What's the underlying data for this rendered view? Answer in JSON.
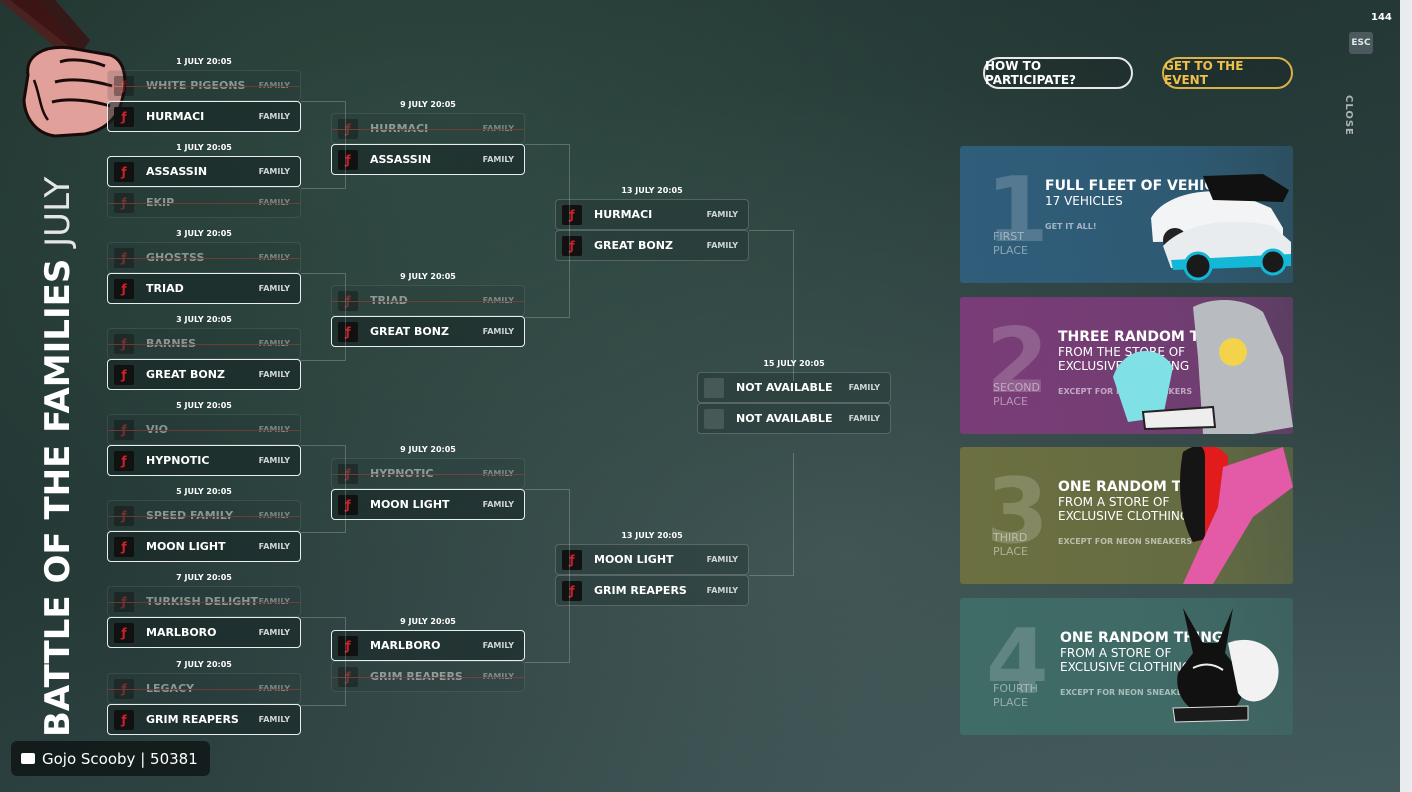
{
  "fps": "144",
  "title": {
    "main": "BATTLE OF THE FAMILIES",
    "month": "JULY"
  },
  "buttons": {
    "participate": "HOW TO PARTICIPATE?",
    "event": "GET TO THE EVENT",
    "esc": "ESC",
    "close": "CLOSE"
  },
  "colors": {
    "event_button_text": "#f0c04a",
    "loser_strike": "#c0392b",
    "logo_red": "#d0202a"
  },
  "family_label": "FAMILY",
  "round1": [
    {
      "date": "1 JULY 20:05",
      "top": "WHITE PIGEONS",
      "bottom": "HURMACI",
      "winner": "bottom"
    },
    {
      "date": "1 JULY 20:05",
      "top": "ASSASSIN",
      "bottom": "EKIP",
      "winner": "top"
    },
    {
      "date": "3 JULY 20:05",
      "top": "GHOSTSS",
      "bottom": "TRIAD",
      "winner": "bottom"
    },
    {
      "date": "3 JULY 20:05",
      "top": "BARNES",
      "bottom": "GREAT BONZ",
      "winner": "bottom"
    },
    {
      "date": "5 JULY 20:05",
      "top": "VIO",
      "bottom": "HYPNOTIC",
      "winner": "bottom"
    },
    {
      "date": "5 JULY 20:05",
      "top": "SPEED FAMILY",
      "bottom": "MOON LIGHT",
      "winner": "bottom"
    },
    {
      "date": "7 JULY 20:05",
      "top": "TURKISH DELIGHT",
      "bottom": "MARLBORO",
      "winner": "bottom"
    },
    {
      "date": "7 JULY 20:05",
      "top": "LEGACY",
      "bottom": "GRIM REAPERS",
      "winner": "bottom"
    }
  ],
  "round2": [
    {
      "date": "9 JULY 20:05",
      "top": "HURMACI",
      "bottom": "ASSASSIN",
      "winner": "bottom"
    },
    {
      "date": "9 JULY 20:05",
      "top": "TRIAD",
      "bottom": "GREAT BONZ",
      "winner": "bottom"
    },
    {
      "date": "9 JULY 20:05",
      "top": "HYPNOTIC",
      "bottom": "MOON LIGHT",
      "winner": "bottom"
    },
    {
      "date": "9 JULY 20:05",
      "top": "MARLBORO",
      "bottom": "GRIM REAPERS",
      "winner": "top"
    }
  ],
  "round3": [
    {
      "date": "13 JULY 20:05",
      "top": "HURMACI",
      "bottom": "GREAT BONZ",
      "winner": "none"
    },
    {
      "date": "13 JULY 20:05",
      "top": "MOON LIGHT",
      "bottom": "GRIM REAPERS",
      "winner": "none"
    }
  ],
  "final": {
    "date": "15 JULY 20:05",
    "top": "NOT AVAILABLE",
    "bottom": "NOT AVAILABLE",
    "winner": "na"
  },
  "prizes": [
    {
      "num": "1",
      "place1": "FIRST",
      "place2": "PLACE",
      "title": "FULL FLEET OF VEHICLES",
      "sub1": "17 VEHICLES",
      "sub2": "",
      "note": "GET IT ALL!",
      "color": "#2f5d7a",
      "image": "cars"
    },
    {
      "num": "2",
      "place1": "SECOND",
      "place2": "PLACE",
      "title": "THREE RANDOM THINGS",
      "sub1": "FROM THE STORE OF",
      "sub2": "EXCLUSIVE CLOTHING",
      "note": "EXCEPT FOR NEON SNEAKERS",
      "color": "#7a3c78",
      "image": "hoodie"
    },
    {
      "num": "3",
      "place1": "THIRD",
      "place2": "PLACE",
      "title": "ONE RANDOM THING",
      "sub1": "FROM A STORE OF",
      "sub2": "EXCLUSIVE CLOTHING",
      "note": "EXCEPT FOR NEON SNEAKERS",
      "color": "#6c7040",
      "image": "pants"
    },
    {
      "num": "4",
      "place1": "FOURTH",
      "place2": "PLACE",
      "title": "ONE RANDOM THING",
      "sub1": "FROM A STORE OF",
      "sub2": "EXCLUSIVE CLOTHING",
      "note": "EXCEPT FOR NEON SNEAKERS",
      "color": "#3f6c67",
      "image": "masks"
    }
  ],
  "user": {
    "name": "Gojo Scooby | 50381"
  }
}
